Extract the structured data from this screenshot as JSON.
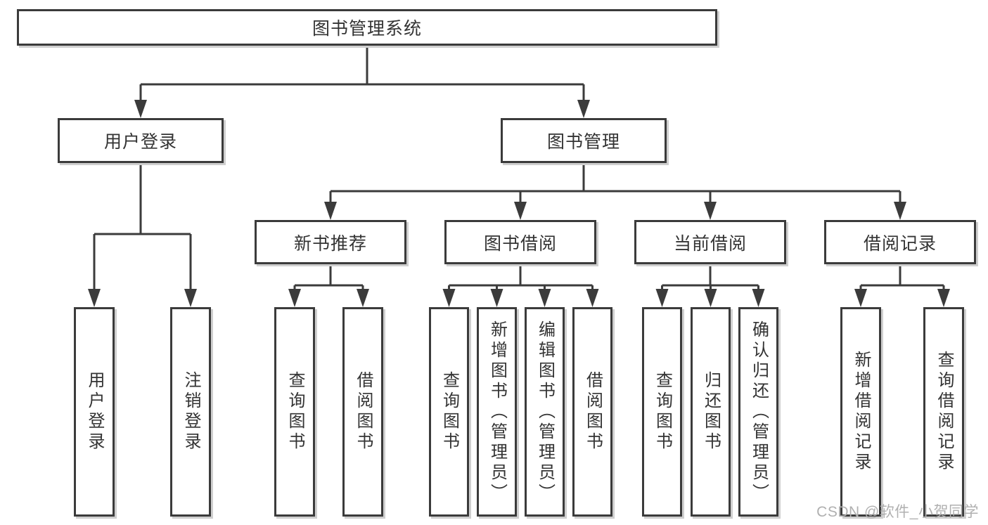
{
  "page": {
    "background": "#ffffff"
  },
  "colors": {
    "box_border": "#3b3b3b",
    "box_fill": "#ffffff",
    "text": "#333333",
    "connector": "#3b3b3b",
    "shadow": "#cfcfcf",
    "watermark": "#b0b0b0"
  },
  "watermark": {
    "text": "CSDN @软件_小贺同学"
  },
  "diagram": {
    "type": "tree",
    "title": "图书管理系统",
    "nodes": [
      {
        "id": "root",
        "label": "图书管理系统",
        "parent": null
      },
      {
        "id": "user-login",
        "label": "用户登录",
        "parent": "root"
      },
      {
        "id": "book-mgmt",
        "label": "图书管理",
        "parent": "root"
      },
      {
        "id": "login",
        "label": "用户登录",
        "parent": "user-login"
      },
      {
        "id": "logout",
        "label": "注销登录",
        "parent": "user-login"
      },
      {
        "id": "new-book-rec",
        "label": "新书推荐",
        "parent": "book-mgmt"
      },
      {
        "id": "book-borrow",
        "label": "图书借阅",
        "parent": "book-mgmt"
      },
      {
        "id": "current-borrow",
        "label": "当前借阅",
        "parent": "book-mgmt"
      },
      {
        "id": "borrow-record",
        "label": "借阅记录",
        "parent": "book-mgmt"
      },
      {
        "id": "nb-query",
        "label": "查询图书",
        "parent": "new-book-rec"
      },
      {
        "id": "nb-borrow",
        "label": "借阅图书",
        "parent": "new-book-rec"
      },
      {
        "id": "bb-query",
        "label": "查询图书",
        "parent": "book-borrow"
      },
      {
        "id": "bb-add",
        "label": "新增图书（管理员）",
        "parent": "book-borrow"
      },
      {
        "id": "bb-edit",
        "label": "编辑图书（管理员）",
        "parent": "book-borrow"
      },
      {
        "id": "bb-borrow",
        "label": "借阅图书",
        "parent": "book-borrow"
      },
      {
        "id": "cb-query",
        "label": "查询图书",
        "parent": "current-borrow"
      },
      {
        "id": "cb-return",
        "label": "归还图书",
        "parent": "current-borrow"
      },
      {
        "id": "cb-confirm",
        "label": "确认归还（管理员）",
        "parent": "current-borrow"
      },
      {
        "id": "br-add",
        "label": "新增借阅记录",
        "parent": "borrow-record"
      },
      {
        "id": "br-query",
        "label": "查询借阅记录",
        "parent": "borrow-record"
      }
    ]
  }
}
